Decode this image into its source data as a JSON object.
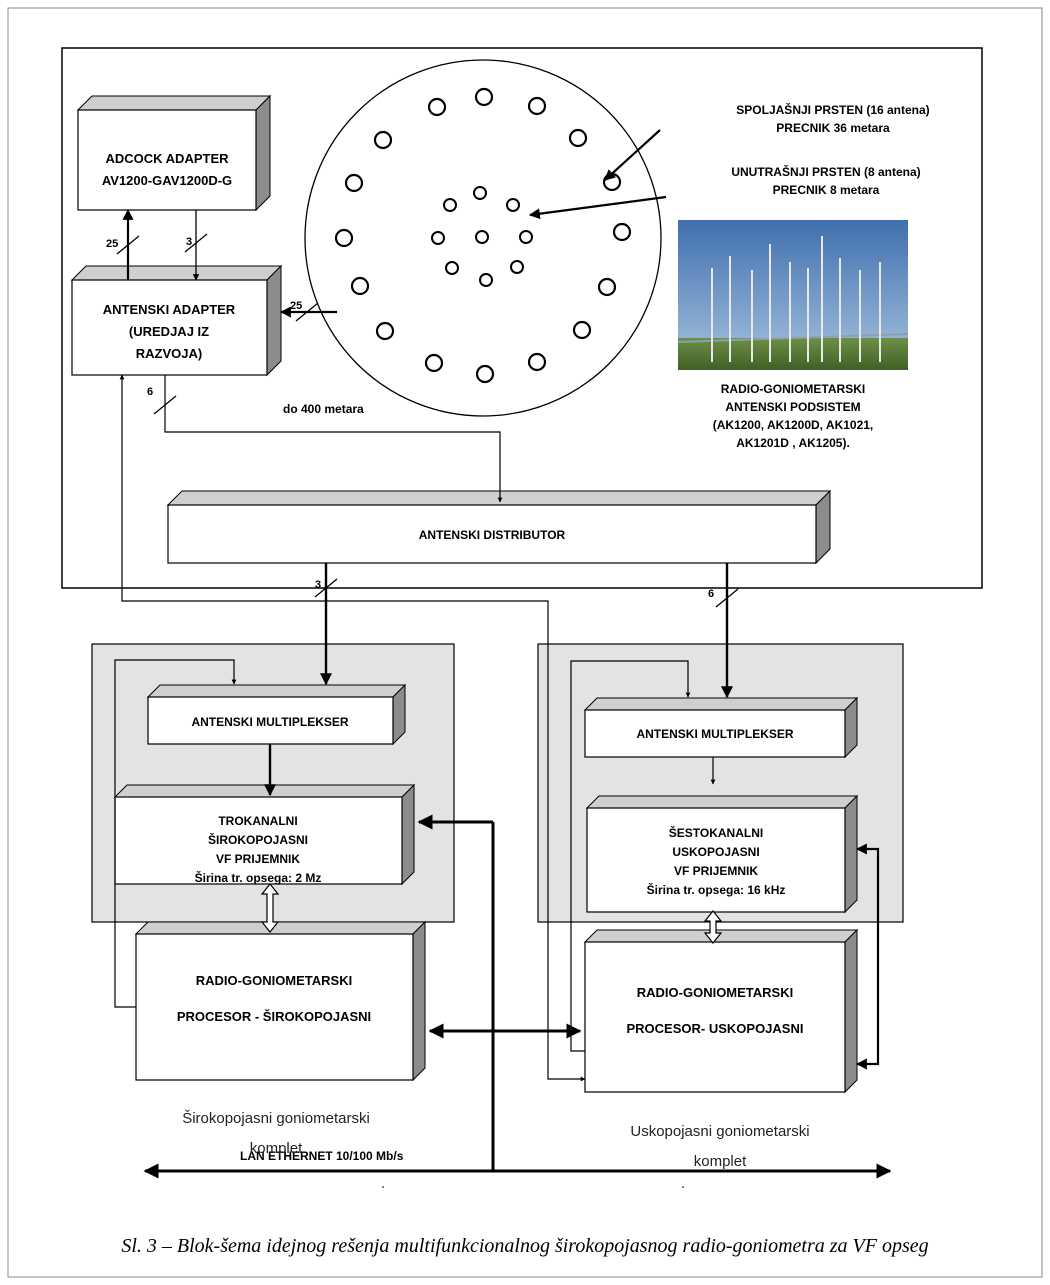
{
  "boxes": {
    "adcock": [
      "ADCOCK ADAPTER",
      "AV1200-GAV1200D-G"
    ],
    "antenna_adapter": [
      "ANTENSKI ADAPTER",
      "(UREDJAJ IZ",
      "RAZVOJA)"
    ],
    "distributor": [
      "ANTENSKI DISTRIBUTOR"
    ],
    "mux_left": [
      "ANTENSKI MULTIPLEKSER"
    ],
    "mux_right": [
      "ANTENSKI MULTIPLEKSER"
    ],
    "receiver_left": [
      "TROKANALNI",
      "ŠIROKOPOJASNI",
      "VF PRIJEMNIK",
      "Širina tr. opsega: 2 Mz"
    ],
    "receiver_right": [
      "ŠESTOKANALNI",
      "USKOPOJASNI",
      "VF PRIJEMNIK",
      "Širina tr. opsega: 16 kHz"
    ],
    "processor_left": [
      "RADIO-GONIOMETARSKI",
      "PROCESOR - ŠIROKOPOJASNI"
    ],
    "processor_right": [
      "RADIO-GONIOMETARSKI",
      "PROCESOR- USKOPOJASNI"
    ]
  },
  "antenna_labels": {
    "outer_ring": [
      "SPOLJAŠNJI PRSTEN (16 antena)",
      "PRECNIK 36 metara"
    ],
    "inner_ring": [
      "UNUTRAŠNJI  PRSTEN (8 antena)",
      "PRECNIK 8 metara"
    ],
    "subsystem": [
      "RADIO-GONIOMETARSKI",
      "ANTENSKI PODSISTEM",
      "(AK1200, AK1200D, AK1021,",
      "AK1201D , AK1205)."
    ]
  },
  "bus_counts": {
    "adcock_up": "25",
    "adcock_down": "3",
    "array_to_adapter": "25",
    "adapter_down": "6",
    "dist_left": "3",
    "dist_right": "6"
  },
  "distance_label": "do 400 metara",
  "kits": {
    "left": [
      "Širokopojasni goniometarski",
      "komplet"
    ],
    "right": [
      "Uskopojasni goniometarski",
      "komplet"
    ]
  },
  "lan_label": "LAN ETHERNET 10/100 Mb/s",
  "caption": "Sl. 3 – Blok-šema idejnog rešenja multifunkcionalnog širokopojasnog radio-goniometra za VF opseg",
  "photo": {
    "sky": "#5a82b4",
    "field": "#5b7d3a"
  }
}
